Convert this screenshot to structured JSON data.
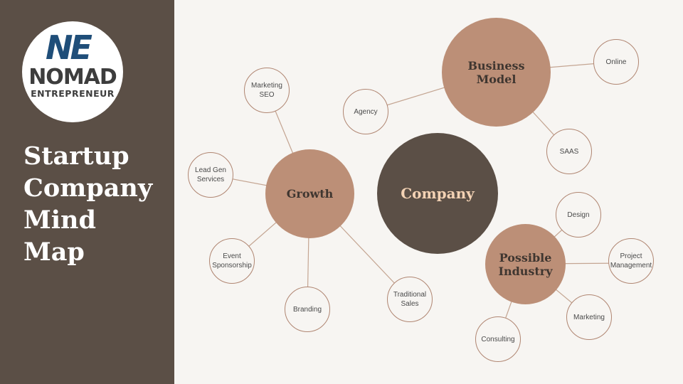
{
  "logo": {
    "mark": "NE",
    "word": "NOMAD",
    "sub": "ENTREPRENEUR"
  },
  "title_lines": [
    "Startup",
    "Company",
    "Mind",
    "Map"
  ],
  "center": {
    "label": "Company"
  },
  "growth": {
    "label": "Growth",
    "children": [
      "Marketing SEO",
      "Lead Gen Services",
      "Event Sponsorship",
      "Branding",
      "Traditional Sales"
    ]
  },
  "business_model": {
    "label": "Business Model",
    "children": [
      "Agency",
      "Online",
      "SAAS"
    ]
  },
  "possible_industry": {
    "label": "Possible Industry",
    "children": [
      "Design",
      "Project Management",
      "Marketing",
      "Consulting"
    ]
  },
  "colors": {
    "sidebar": "#5b4f46",
    "background": "#f7f5f2",
    "main_node": "#bc8f77",
    "center_node": "#5b4f46",
    "center_text": "#f3d2b4",
    "line": "#c4a592",
    "logo_blue": "#1f4e79"
  }
}
